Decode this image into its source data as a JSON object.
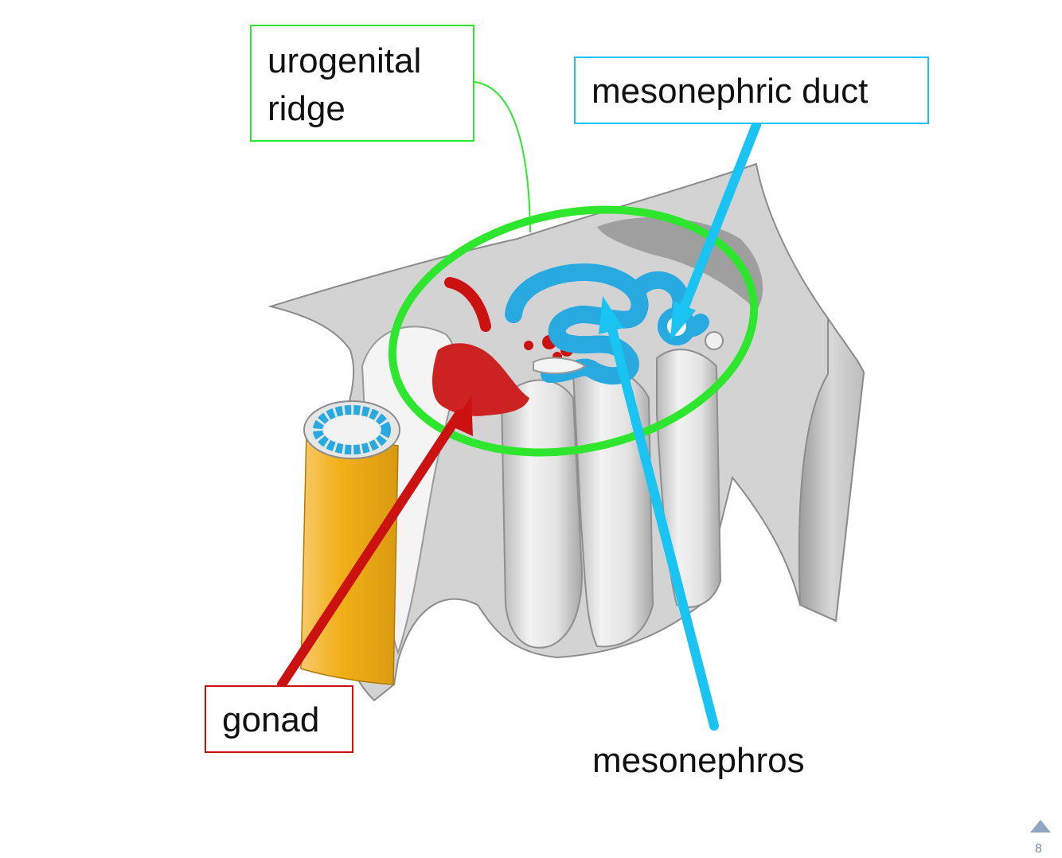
{
  "labels": {
    "urogenital_ridge": [
      "urogenital",
      "ridge"
    ],
    "mesonephric_duct": "mesonephric duct",
    "gonad": "gonad",
    "mesonephros": "mesonephros"
  },
  "page": {
    "number": "8"
  },
  "colors": {
    "urogenital_ridge": "#2ee62e",
    "mesonephric_duct": "#19c3f2",
    "gonad": "#cc1111",
    "mesonephros": "#19c3f2",
    "tissue_gray": "#d2d2d2",
    "dorsal_aorta_tube": "#f3b018",
    "tubule_blue": "#28a9e0"
  },
  "icons": {
    "page_nav": "up-arrow-icon"
  }
}
